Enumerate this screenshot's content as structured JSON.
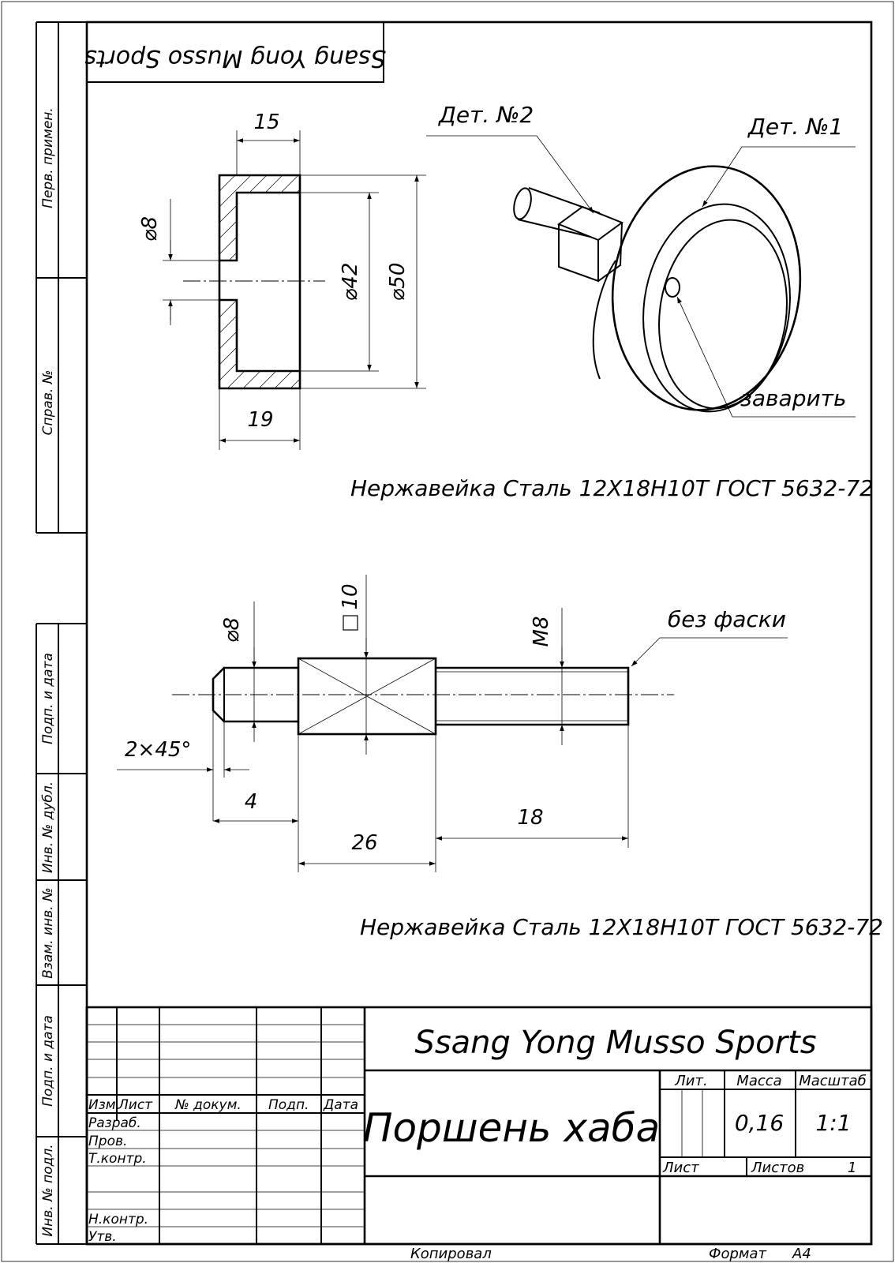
{
  "top_tag": "Ssang Yong Musso Sports",
  "side_strip": {
    "perv_primen": "Перв. примен.",
    "sprav_no": "Справ. №",
    "podp_data_1": "Подп. и дата",
    "inv_dubl": "Инв. № дубл.",
    "vzam_inv": "Взам. инв. №",
    "podp_data_2": "Подп. и дата",
    "inv_podl": "Инв. № подл."
  },
  "part_ring": {
    "dim_15": "15",
    "dim_d8": "⌀8",
    "dim_d42": "⌀42",
    "dim_d50": "⌀50",
    "dim_19": "19"
  },
  "iso_view": {
    "label_det2": "Дет. №2",
    "label_det1": "Дет. №1",
    "label_weld": "заварить"
  },
  "material_1": "Нержавейка Сталь 12Х18Н10Т ГОСТ 5632-72",
  "part_pin": {
    "dim_d8": "⌀8",
    "dim_square": "10",
    "dim_m8": "M8",
    "note_no_chamfer": "без фаски",
    "dim_chamfer": "2×45°",
    "dim_4": "4",
    "dim_26": "26",
    "dim_18": "18"
  },
  "material_2": "Нержавейка Сталь 12Х18Н10Т ГОСТ 5632-72",
  "title_block": {
    "designation": "Ssang Yong Musso Sports",
    "name": "Поршень хаба",
    "col_izm": "Изм.",
    "col_list": "Лист",
    "col_doc": "№ докум.",
    "col_podp": "Подп.",
    "col_data": "Дата",
    "row_razrab": "Разраб.",
    "row_prov": "Пров.",
    "row_tkontr": "Т.контр.",
    "row_nkontr": "Н.контр.",
    "row_utv": "Утв.",
    "hdr_lit": "Лит.",
    "hdr_massa": "Масса",
    "hdr_masshtab": "Масштаб",
    "massa": "0,16",
    "masshtab": "1:1",
    "hdr_sheet": "Лист",
    "hdr_sheets": "Листов",
    "sheets": "1"
  },
  "footer": {
    "copied": "Копировал",
    "format_label": "Формат",
    "format_value": "А4"
  }
}
